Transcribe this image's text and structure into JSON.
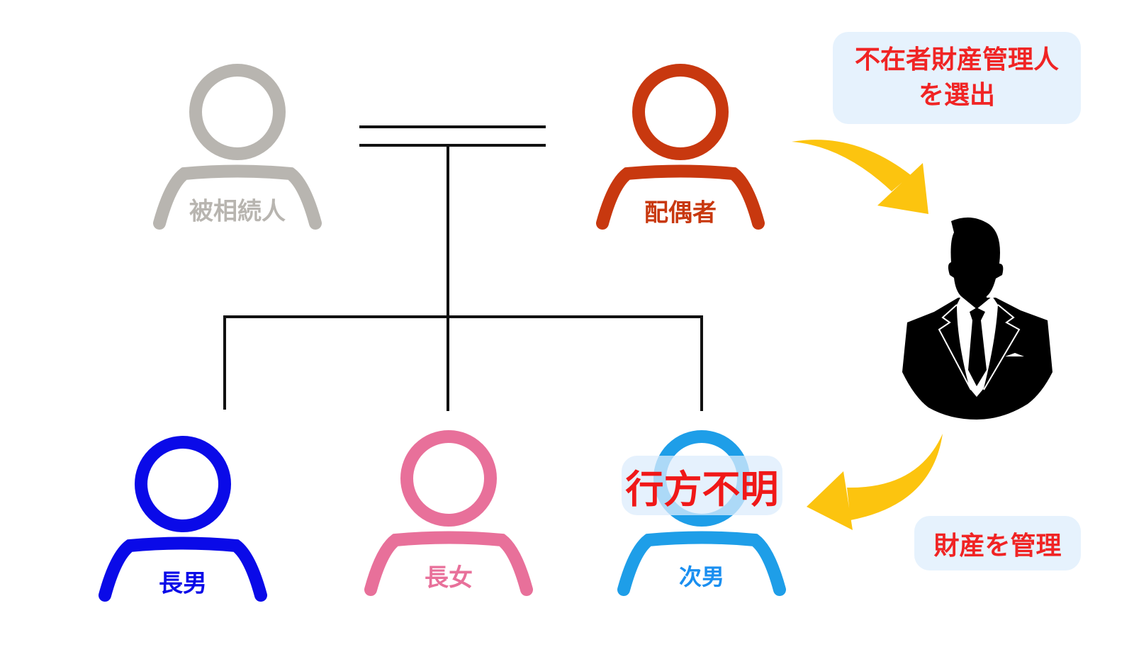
{
  "people": {
    "deceased": {
      "label": "被相続人",
      "color": "#b8b5b0"
    },
    "spouse": {
      "label": "配偶者",
      "color": "#c8380f"
    },
    "eldest_son": {
      "label": "長男",
      "color": "#0a0ae8"
    },
    "eldest_daughter": {
      "label": "長女",
      "color": "#e8709a"
    },
    "second_son": {
      "label": "次男",
      "color": "#1e9ee8"
    }
  },
  "missing_label": "行方不明",
  "appoint_box": {
    "line1": "不在者財産管理人",
    "line2": "を選出"
  },
  "manage_box": {
    "label": "財産を管理"
  },
  "colors": {
    "accent_text": "#f02424",
    "arrow": "#fcc40f",
    "box_bg": "#e6f2fd",
    "line": "#111111"
  }
}
